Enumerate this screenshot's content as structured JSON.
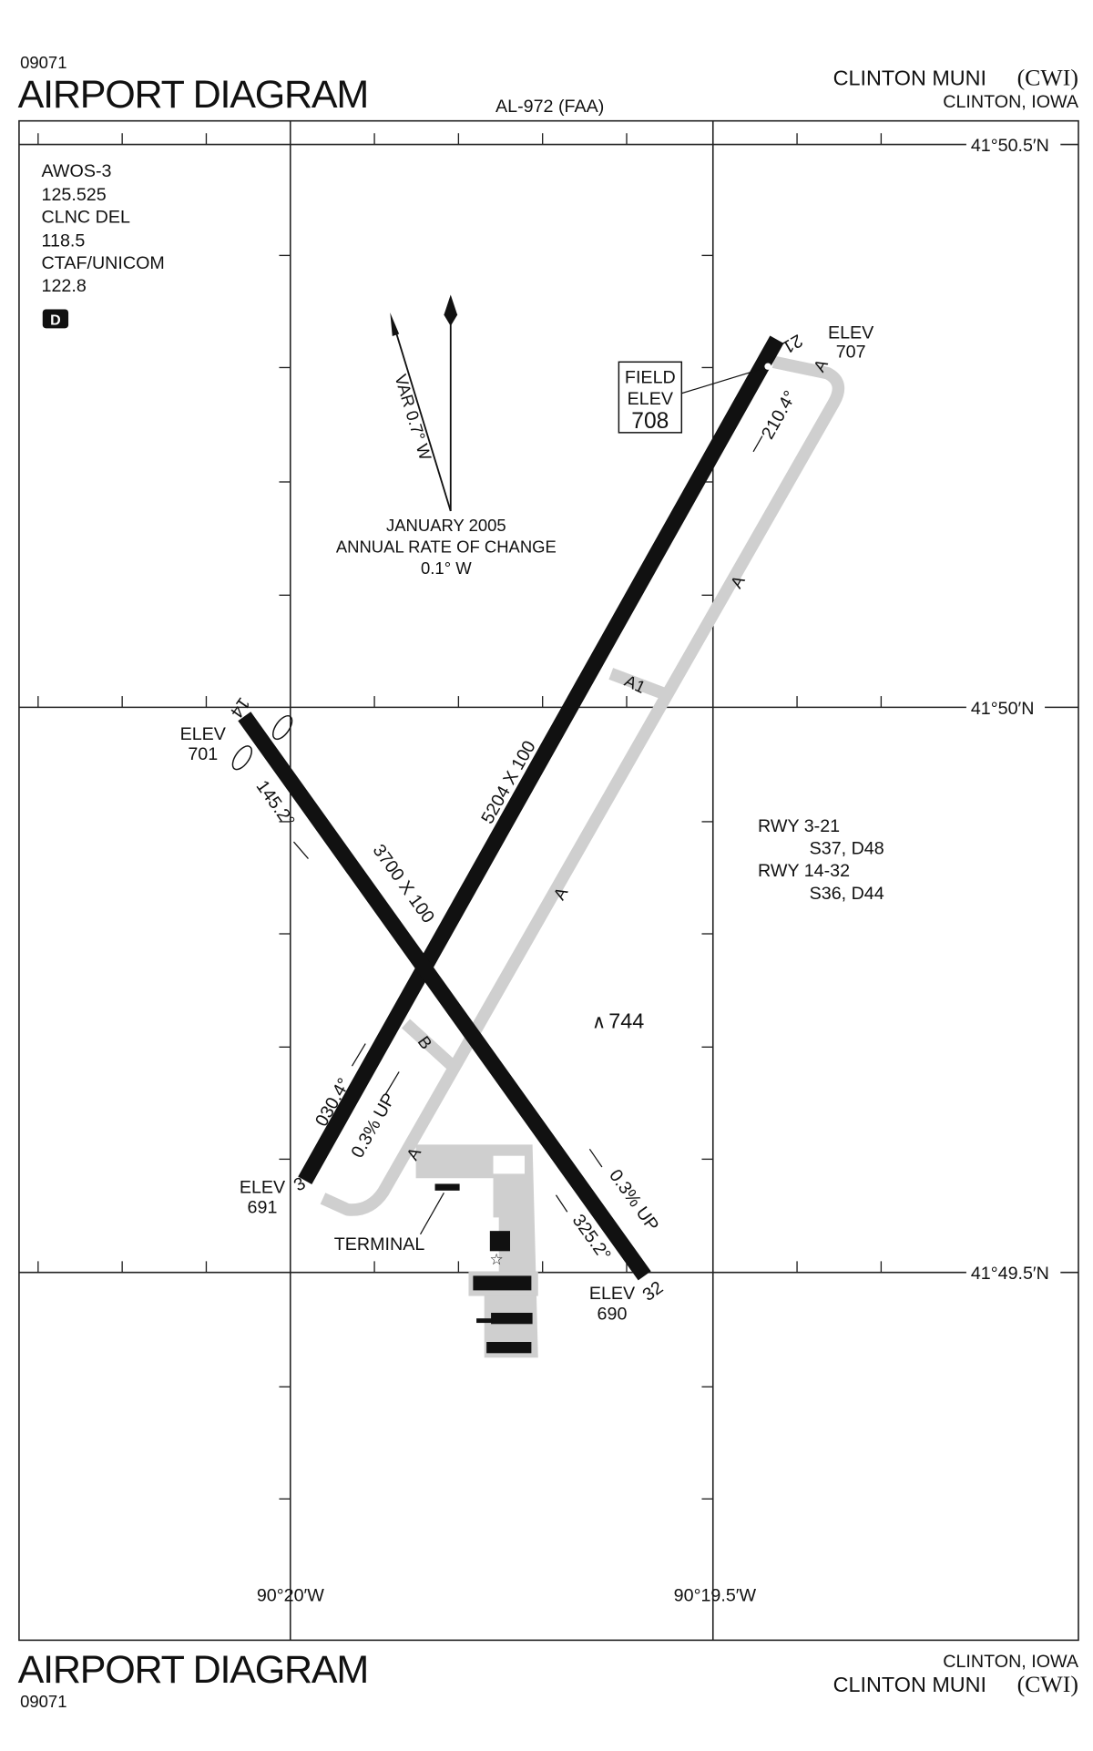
{
  "header": {
    "chart_number": "09071",
    "title": "AIRPORT DIAGRAM",
    "procedure_id": "AL-972 (FAA)",
    "airport_name": "CLINTON MUNI",
    "airport_id": "(CWI)",
    "location": "CLINTON, IOWA"
  },
  "footer": {
    "title": "AIRPORT DIAGRAM",
    "chart_number": "09071",
    "location": "CLINTON, IOWA",
    "airport_name": "CLINTON MUNI",
    "airport_id": "(CWI)"
  },
  "frequencies": [
    "AWOS-3",
    "125.525",
    "CLNC DEL",
    "118.5",
    "CTAF/UNICOM",
    "122.8"
  ],
  "badge": "D",
  "latitudes": [
    "41°50.5′N",
    "41°50′N",
    "41°49.5′N"
  ],
  "longitudes": [
    "90°20′W",
    "90°19.5′W"
  ],
  "magnetic": {
    "variation": "VAR 0.7° W",
    "date": "JANUARY 2005",
    "rate_label": "ANNUAL RATE OF CHANGE",
    "rate": "0.1° W"
  },
  "field_elevation": {
    "label1": "FIELD",
    "label2": "ELEV",
    "value": "708"
  },
  "runways": {
    "rwy_3_21": {
      "dims": "5204 X 100",
      "end_3": "3",
      "end_21": "21",
      "hdg_3": "030.4°",
      "hdg_21": "210.4°",
      "gradient": "0.3% UP",
      "elev_3_label": "ELEV",
      "elev_3": "691",
      "elev_21_label": "ELEV",
      "elev_21": "707"
    },
    "rwy_14_32": {
      "dims": "3700 X 100",
      "end_14": "14",
      "end_32": "32",
      "hdg_14": "145.2°",
      "hdg_32": "325.2°",
      "gradient": "0.3% UP",
      "elev_14_label": "ELEV",
      "elev_14": "701",
      "elev_32_label": "ELEV",
      "elev_32": "690"
    }
  },
  "taxiways": {
    "a": "A",
    "a1": "A1",
    "b": "B"
  },
  "terminal_label": "TERMINAL",
  "obstacle": "744",
  "strength": [
    "RWY 3-21",
    "S37, D48",
    "RWY 14-32",
    "S36, D44"
  ]
}
